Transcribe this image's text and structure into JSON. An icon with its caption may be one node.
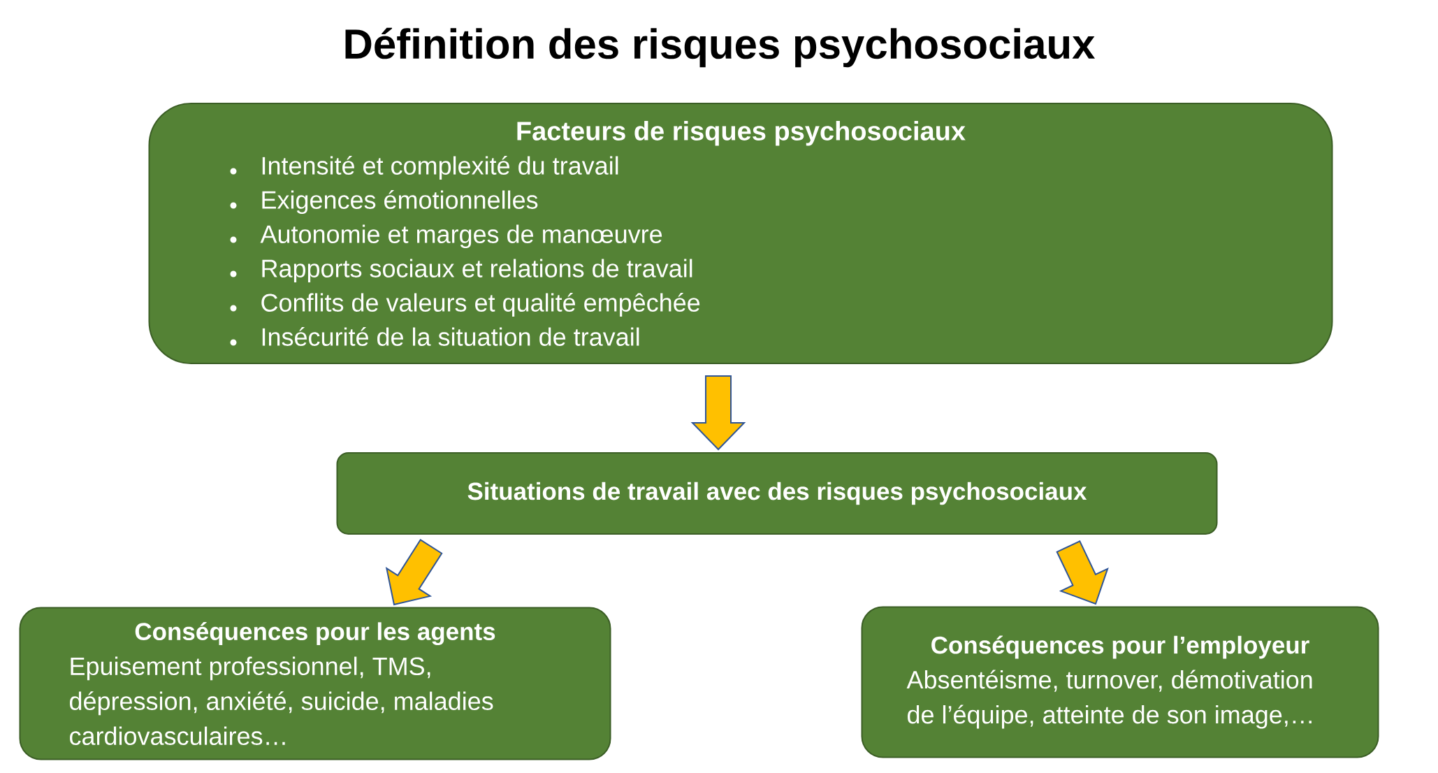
{
  "diagram": {
    "title": "Définition des risques psychosociaux",
    "nodes": [
      {
        "text": [
          "Facteurs de risques psychosociaux",
          "Intensité et complexité du travail",
          "Exigences émotionnelles",
          "Autonomie et marges de manœuvre",
          "Rapports sociaux et relations de travail",
          "Conflits de valeurs et qualité empêchée",
          "Insécurité de la situation de travail"
        ]
      },
      {
        "text": [
          "Situations de travail avec des risques psychosociaux"
        ]
      },
      {
        "text": [
          "Conséquences pour les agents",
          "Epuisement professionnel, TMS, dépression, anxiété, suicide, maladies cardiovasculaires…"
        ]
      },
      {
        "text": [
          "Conséquences pour l’employeur",
          "Absentéisme, turnover, démotivation de l’équipe, atteinte de son image,…"
        ]
      }
    ],
    "edges": [
      {
        "from": 0,
        "to": 1,
        "arrow": "to"
      },
      {
        "from": 1,
        "to": 2,
        "arrow": "to"
      },
      {
        "from": 1,
        "to": 3,
        "arrow": "to"
      }
    ]
  }
}
